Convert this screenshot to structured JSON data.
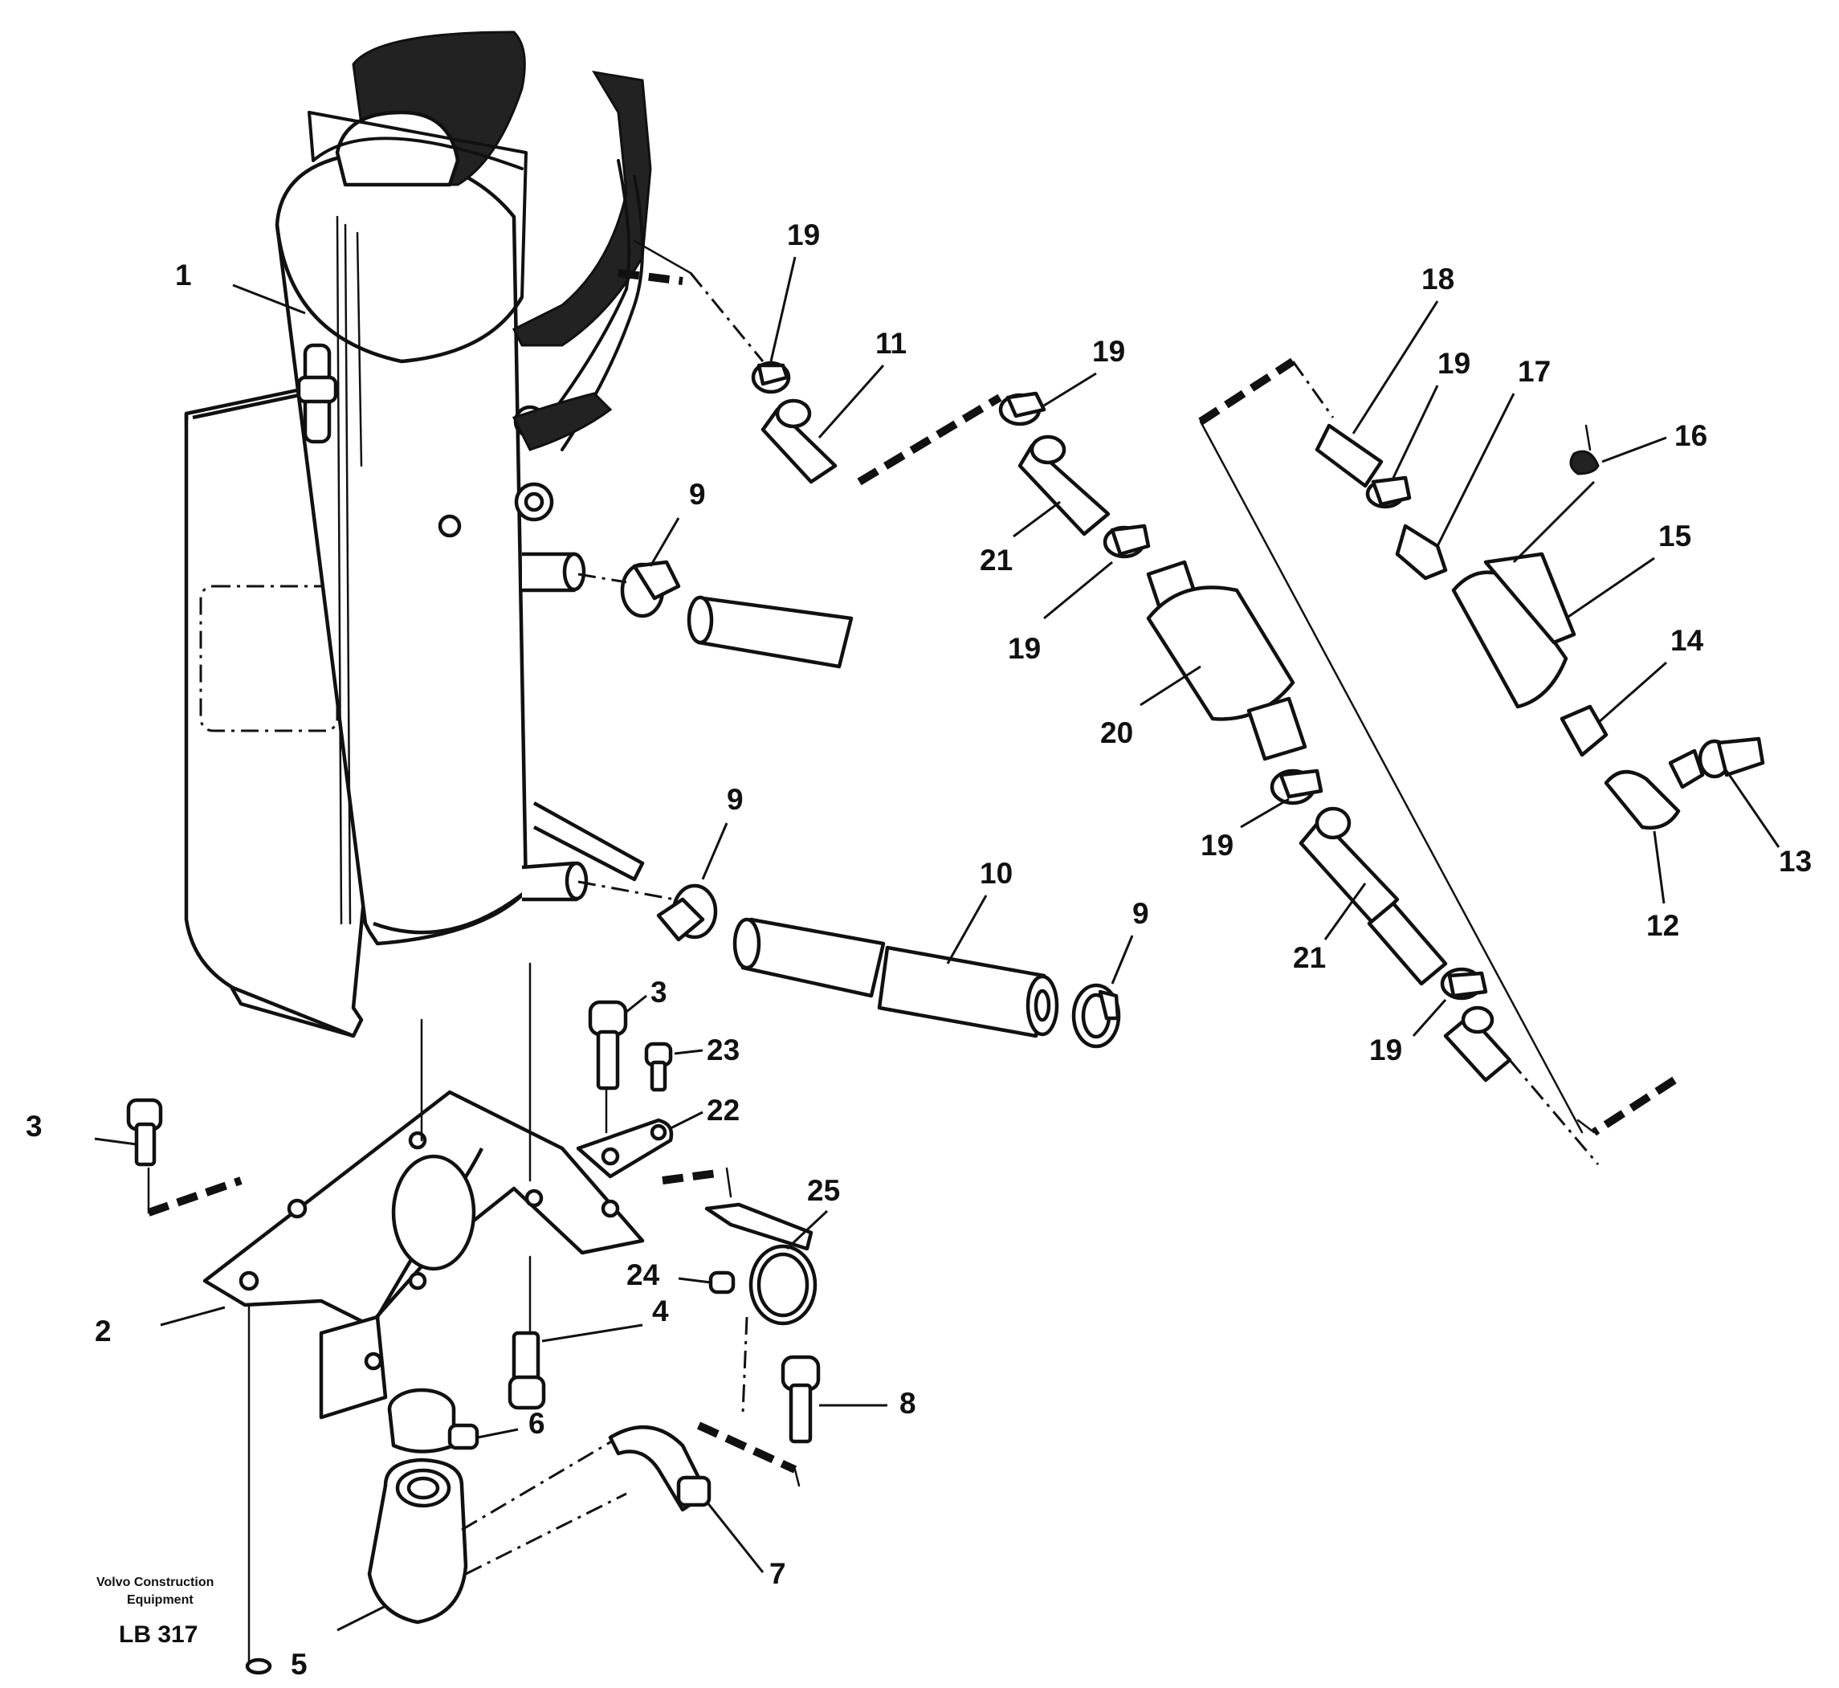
{
  "labels": {
    "p1": "1",
    "p2": "2",
    "p3a": "3",
    "p3b": "3",
    "p4": "4",
    "p5": "5",
    "p6": "6",
    "p7": "7",
    "p8": "8",
    "p9a": "9",
    "p9b": "9",
    "p9c": "9",
    "p10": "10",
    "p11": "11",
    "p12": "12",
    "p13": "13",
    "p14": "14",
    "p15": "15",
    "p16": "16",
    "p17": "17",
    "p18": "18",
    "p19a": "19",
    "p19b": "19",
    "p19c": "19",
    "p19d": "19",
    "p19e": "19",
    "p19f": "19",
    "p20": "20",
    "p21a": "21",
    "p21b": "21",
    "p22": "22",
    "p23": "23",
    "p24": "24",
    "p25": "25"
  },
  "footer": {
    "brand_line1": "Volvo Construction",
    "brand_line2": "Equipment",
    "code": "LB 317"
  }
}
